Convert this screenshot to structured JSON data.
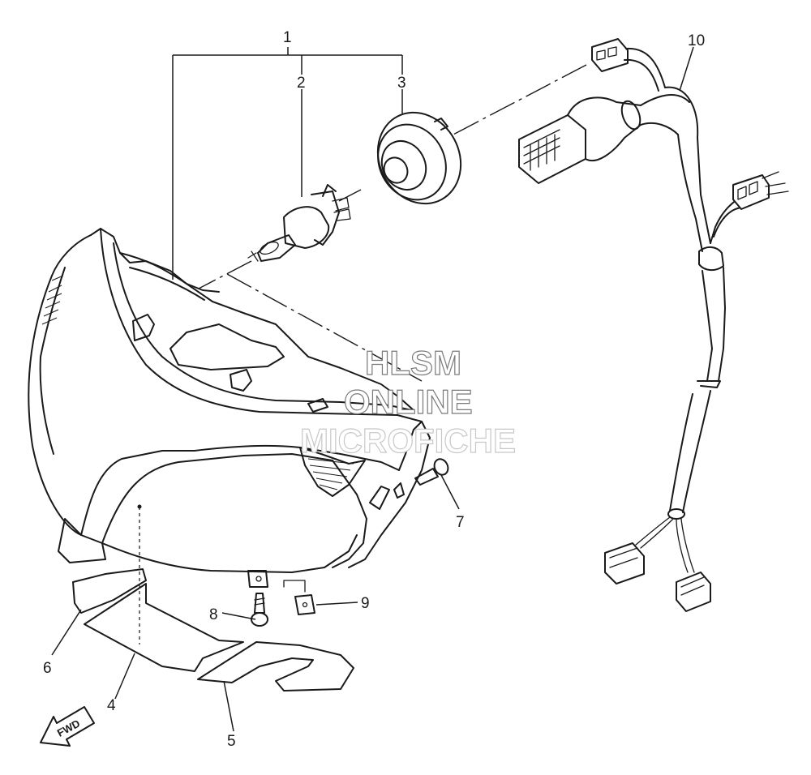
{
  "callouts": [
    {
      "id": "1",
      "label": "1"
    },
    {
      "id": "2",
      "label": "2"
    },
    {
      "id": "3",
      "label": "3"
    },
    {
      "id": "4",
      "label": "4"
    },
    {
      "id": "5",
      "label": "5"
    },
    {
      "id": "6",
      "label": "6"
    },
    {
      "id": "7",
      "label": "7"
    },
    {
      "id": "8",
      "label": "8"
    },
    {
      "id": "9",
      "label": "9"
    },
    {
      "id": "10",
      "label": "10"
    }
  ],
  "watermark": {
    "line1": "HLSM",
    "line2": "ONLINE",
    "line3": "MICROFICHE"
  },
  "direction_badge": {
    "label": "FWD"
  }
}
